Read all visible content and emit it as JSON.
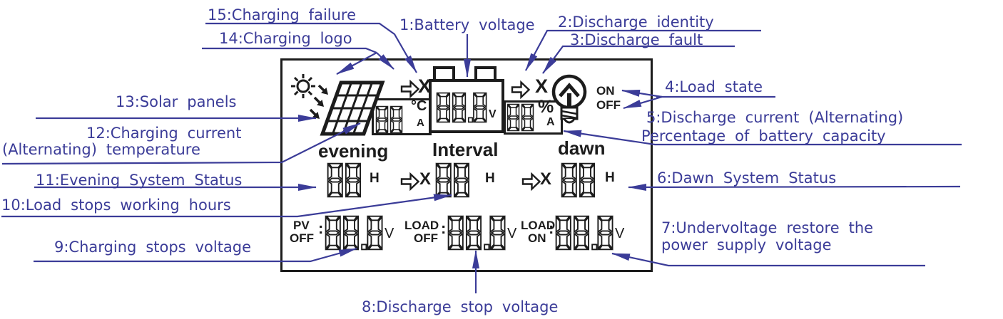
{
  "colors": {
    "accent": "#3b3c98",
    "lcd": "#1c1c1c",
    "background": "#ffffff"
  },
  "callouts": {
    "c1": "1:Battery voltage",
    "c2": "2:Discharge identity",
    "c3": "3:Discharge fault",
    "c4": "4:Load state",
    "c5": "5:Discharge current (Alternating)",
    "c5b": "Percentage of battery capacity",
    "c6": "6:Dawn System Status",
    "c7": "7:Undervoltage restore the",
    "c7b": "power supply voltage",
    "c8": "8:Discharge stop voltage",
    "c9": "9:Charging stops voltage",
    "c10": "10:Load stops working hours",
    "c11": "11:Evening System Status",
    "c12": "12:Charging current",
    "c12b": "(Alternating) temperature",
    "c13": "13:Solar panels",
    "c14": "14:Charging logo",
    "c15": "15:Charging failure"
  },
  "lcd": {
    "temperature": {
      "digits": "88",
      "unit_top": "°C",
      "unit_bottom": "A"
    },
    "charging": {
      "fail_mark": "X"
    },
    "battery": {
      "digits": "88.8",
      "unit": "V"
    },
    "discharge": {
      "fault_mark": "X"
    },
    "capacity": {
      "digits": "88",
      "unit_top": "%",
      "unit_bottom": "A"
    },
    "load_state": {
      "on": "ON",
      "off": "OFF"
    },
    "evening": {
      "title": "evening",
      "digits": "88",
      "unit": "H"
    },
    "interval": {
      "title": "Interval",
      "fault_mark": "X",
      "digits": "88",
      "unit": "H"
    },
    "dawn": {
      "title": "dawn",
      "fault_mark": "X",
      "digits": "88",
      "unit": "H"
    },
    "pv_off": {
      "label_top": "PV",
      "label_bottom": "OFF",
      "separator": ":",
      "digits": "88.8",
      "unit": "V"
    },
    "load_off": {
      "label_top": "LOAD",
      "label_bottom": "OFF",
      "separator": ":",
      "digits": "88.8",
      "unit": "V"
    },
    "load_on": {
      "label_top": "LOAD",
      "label_bottom": "ON",
      "separator": ":",
      "digits": "88.8",
      "unit": "V"
    }
  },
  "icons": {
    "sun": "sun-icon",
    "charging_rays": "charging-rays-icon",
    "solar_panel": "solar-panel-icon",
    "charging_arrow": "charging-arrow-icon",
    "battery": "battery-icon",
    "discharge_arrow": "discharge-arrow-icon",
    "bulb": "load-bulb-icon",
    "interval_arrow": "interval-arrow-icon",
    "dawn_arrow": "dawn-arrow-icon"
  }
}
